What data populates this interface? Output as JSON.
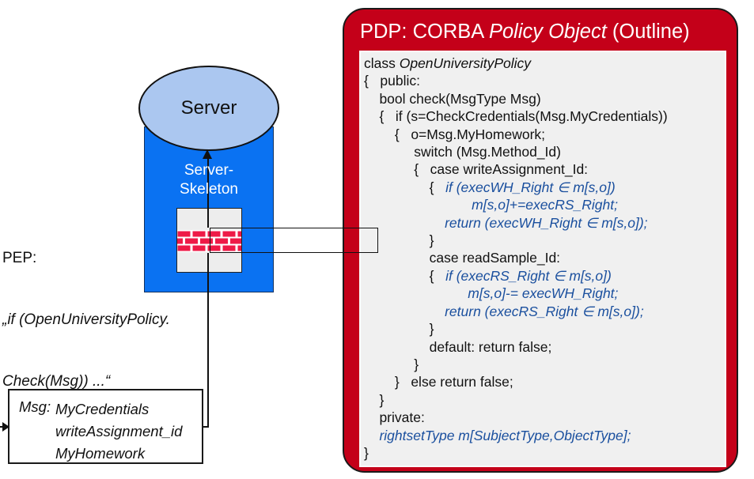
{
  "colors": {
    "pdp_red": "#C40019",
    "code_blue": "#1A4F9E",
    "brick_red": "#EE1A47",
    "skeleton_blue": "#0A72F2",
    "server_ellipse_blue": "#ABC7F0",
    "code_bg": "#F0F0F0"
  },
  "pep": {
    "label": "PEP:",
    "quote_line1": "„if (OpenUniversityPolicy.",
    "quote_line2": "Check(Msg)) ...“"
  },
  "server": {
    "label": "Server",
    "skeleton_line1": "Server-",
    "skeleton_line2": "Skeleton"
  },
  "msg": {
    "label": "Msg:",
    "fields": [
      "MyCredentials",
      "writeAssignment_id",
      "MyHomework"
    ]
  },
  "pdp": {
    "title": [
      {
        "text": "PDP: CORBA ",
        "italic": false
      },
      {
        "text": "Policy Object",
        "italic": true
      },
      {
        "text": " (Outline)",
        "italic": false
      }
    ],
    "code": [
      [
        {
          "t": "class ",
          "c": "p"
        },
        {
          "t": "OpenUniversityPolicy",
          "c": "i"
        }
      ],
      [
        {
          "t": "{   public:",
          "c": "p"
        }
      ],
      [
        {
          "t": "    bool check(MsgType Msg)",
          "c": "p"
        }
      ],
      [
        {
          "t": "    {   if (s=CheckCredentials(Msg.MyCredentials))",
          "c": "p"
        }
      ],
      [
        {
          "t": "        {   o=Msg.MyHomework;",
          "c": "p"
        }
      ],
      [
        {
          "t": "             switch (Msg.Method_Id)",
          "c": "p"
        }
      ],
      [
        {
          "t": "             {   case writeAssignment_Id:",
          "c": "p"
        }
      ],
      [
        {
          "t": "                 {   ",
          "c": "p"
        },
        {
          "t": "if (execWH_Right ∈ m[s,o])",
          "c": "b"
        }
      ],
      [
        {
          "t": "                            ",
          "c": "p"
        },
        {
          "t": "m[s,o]+=execRS_Right;",
          "c": "b"
        }
      ],
      [
        {
          "t": "                     ",
          "c": "p"
        },
        {
          "t": "return (execWH_Right ∈ m[s,o]);",
          "c": "b"
        }
      ],
      [
        {
          "t": "                 }",
          "c": "p"
        }
      ],
      [
        {
          "t": "                 case readSample_Id:",
          "c": "p"
        }
      ],
      [
        {
          "t": "                 {   ",
          "c": "p"
        },
        {
          "t": "if (execRS_Right ∈ m[s,o])",
          "c": "b"
        }
      ],
      [
        {
          "t": "                           ",
          "c": "p"
        },
        {
          "t": "m[s,o]-= execWH_Right;",
          "c": "b"
        }
      ],
      [
        {
          "t": "                     ",
          "c": "p"
        },
        {
          "t": "return (execRS_Right ∈ m[s,o]);",
          "c": "b"
        }
      ],
      [
        {
          "t": "                 }",
          "c": "p"
        }
      ],
      [
        {
          "t": "                 default: return false;",
          "c": "p"
        }
      ],
      [
        {
          "t": "             }",
          "c": "p"
        }
      ],
      [
        {
          "t": "        }   else return false;",
          "c": "p"
        }
      ],
      [
        {
          "t": "    }",
          "c": "p"
        }
      ],
      [
        {
          "t": "    private:",
          "c": "p"
        }
      ],
      [
        {
          "t": "    ",
          "c": "p"
        },
        {
          "t": "rightsetType m[SubjectType,ObjectType];",
          "c": "b"
        }
      ],
      [
        {
          "t": "}",
          "c": "p"
        }
      ]
    ]
  }
}
